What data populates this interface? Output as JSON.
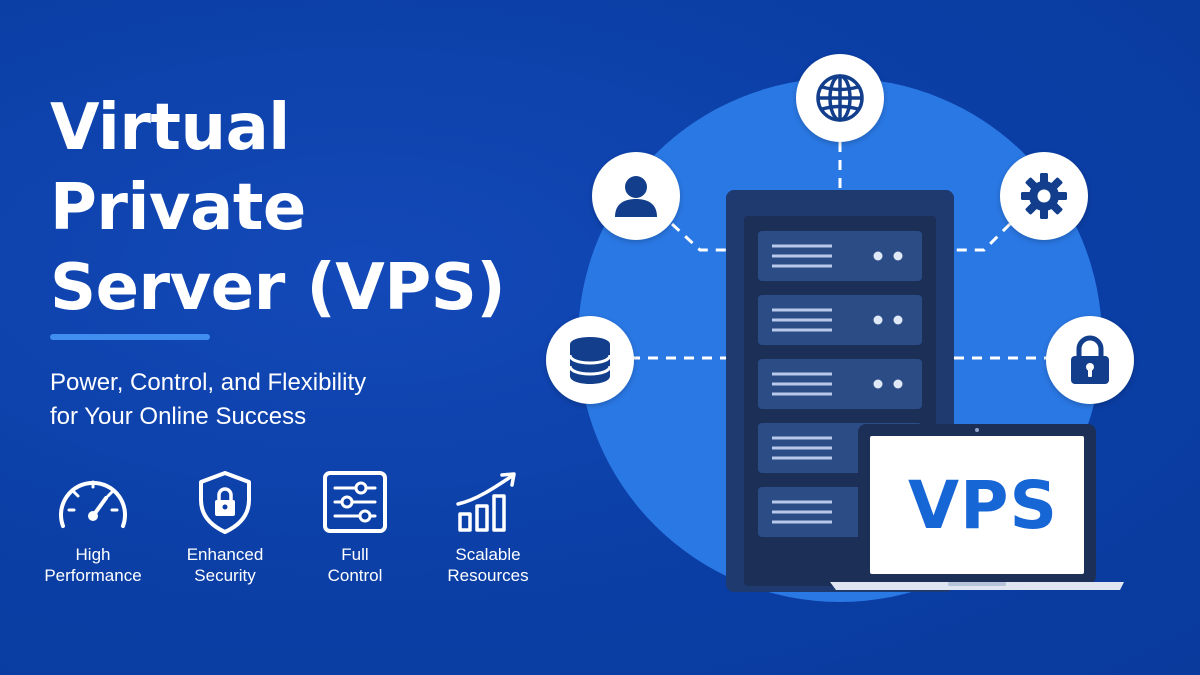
{
  "headline": {
    "line1": "Virtual",
    "line2": "Private",
    "line3": "Server (VPS)"
  },
  "tagline": {
    "line1": "Power, Control, and Flexibility",
    "line2": "for Your Online Success"
  },
  "features": [
    {
      "icon": "speedometer-icon",
      "line1": "High",
      "line2": "Performance"
    },
    {
      "icon": "shield-lock-icon",
      "line1": "Enhanced",
      "line2": "Security"
    },
    {
      "icon": "sliders-icon",
      "line1": "Full",
      "line2": "Control"
    },
    {
      "icon": "growth-chart-icon",
      "line1": "Scalable",
      "line2": "Resources"
    }
  ],
  "laptop_screen_text": "VPS",
  "network_icons": [
    "globe-icon",
    "user-icon",
    "gear-icon",
    "database-icon",
    "lock-icon"
  ],
  "colors": {
    "background": "#0b3fa6",
    "accent_circle": "#2a78e4",
    "divider": "#3f8ef0",
    "server_body": "#1f3a6e",
    "server_panel": "#1b2f57",
    "vps_text": "#1766d6",
    "icon_fill": "#123e8c"
  }
}
